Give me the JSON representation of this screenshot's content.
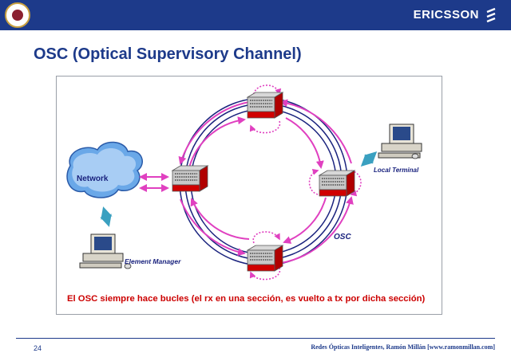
{
  "header": {
    "brand": "ERICSSON"
  },
  "title": "OSC (Optical Supervisory Channel)",
  "diagram": {
    "network_label": "Network",
    "element_manager_label": "Element Manager",
    "local_terminal_label": "Local Terminal",
    "osc_label": "OSC",
    "caption": "El OSC siempre hace bucles (el rx en una sección, es vuelto a tx por dicha sección)"
  },
  "footer": {
    "page_number": "24",
    "credit": "Redes Ópticas Inteligentes, Ramón Millán [www.ramonmillan.com]"
  },
  "colors": {
    "header_blue": "#1d3a8a",
    "ring_blue": "#1a237e",
    "osc_magenta": "#e040c0",
    "node_red": "#c00000",
    "link_teal": "#3aa0c0",
    "caption_red": "#cc0000"
  }
}
